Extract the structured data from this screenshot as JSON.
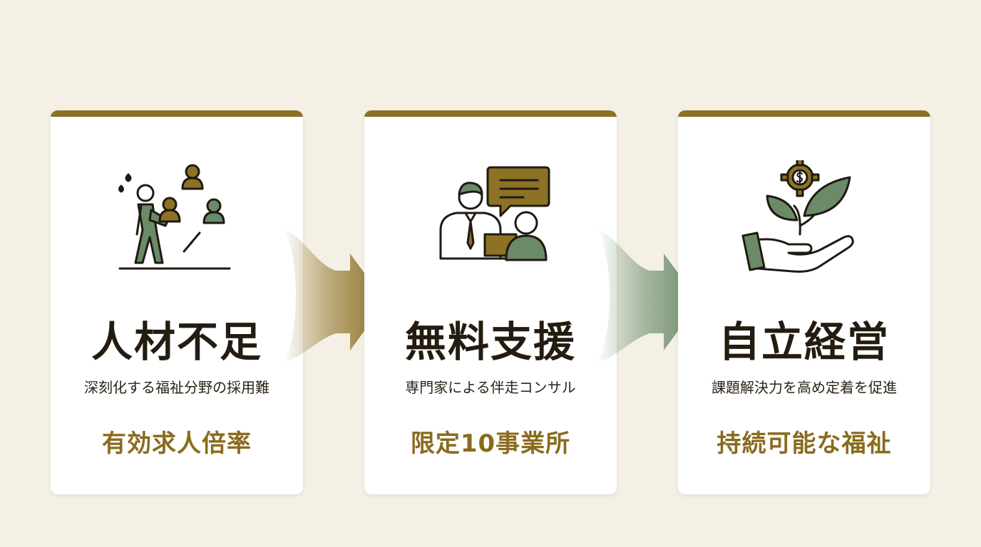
{
  "colors": {
    "background": "#f4f0e6",
    "card": "#ffffff",
    "accent_gold": "#8d7125",
    "accent_green": "#6a8a68",
    "title_dark": "#241c10"
  },
  "steps": [
    {
      "icon": "struggling-recruiter-icon",
      "title": "人材不足",
      "description": "深刻化する福祉分野の採用難",
      "tag": "有効求人倍率"
    },
    {
      "icon": "consultant-meeting-icon",
      "title": "無料支援",
      "description": "専門家による伴走コンサル",
      "tag": "限定10事業所"
    },
    {
      "icon": "hand-growing-plant-icon",
      "title": "自立経営",
      "description": "課題解決力を高め定着を促進",
      "tag": "持続可能な福祉"
    }
  ],
  "arrows": [
    {
      "icon": "arrow-right-gold-icon"
    },
    {
      "icon": "arrow-right-green-icon"
    }
  ]
}
